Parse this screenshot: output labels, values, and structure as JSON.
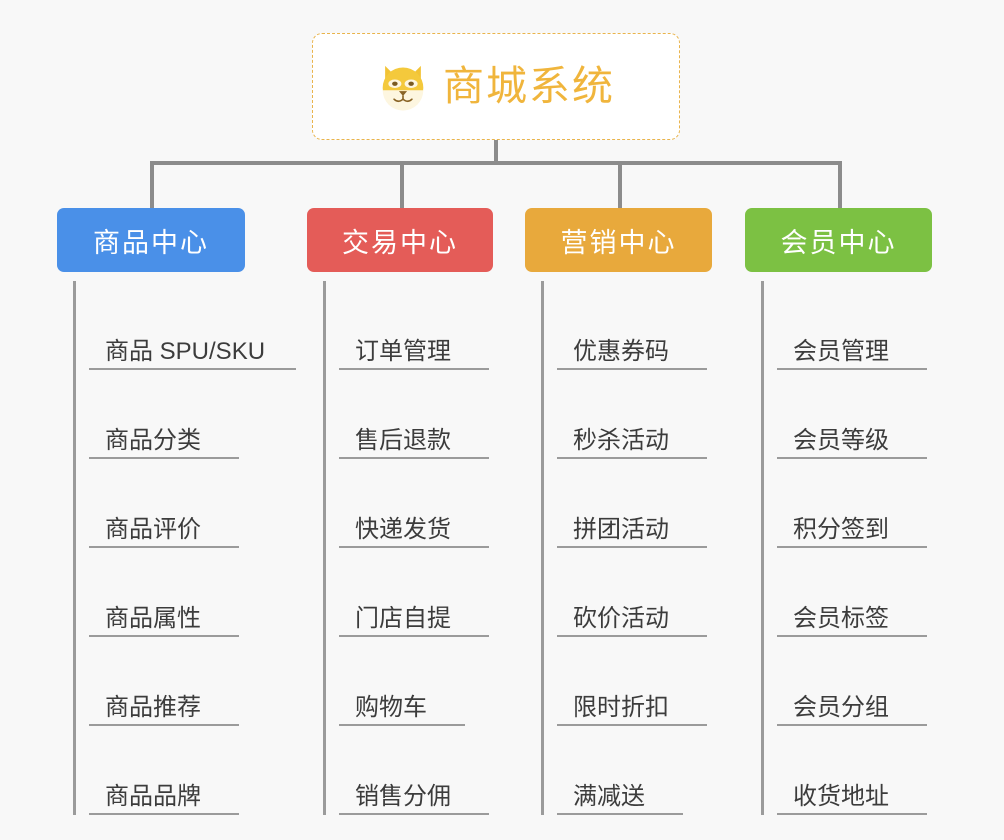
{
  "canvas": {
    "background": "#f8f8f8",
    "line_color": "#8c8c8c",
    "rule_color": "#9b9b9b",
    "text_color": "#3c3c3c"
  },
  "root": {
    "title": "商城系统",
    "icon": "dog-face-icon",
    "accent": "#f0b53c",
    "border_style": "dashed",
    "background": "#ffffff"
  },
  "branches": [
    {
      "label": "商品中心",
      "color": "#4a90e8",
      "items": [
        {
          "label": "商品 SPU/SKU"
        },
        {
          "label": "商品分类"
        },
        {
          "label": "商品评价"
        },
        {
          "label": "商品属性"
        },
        {
          "label": "商品推荐"
        },
        {
          "label": "商品品牌"
        }
      ]
    },
    {
      "label": "交易中心",
      "color": "#e45c58",
      "items": [
        {
          "label": "订单管理"
        },
        {
          "label": "售后退款"
        },
        {
          "label": "快递发货"
        },
        {
          "label": "门店自提"
        },
        {
          "label": "购物车"
        },
        {
          "label": "销售分佣"
        }
      ]
    },
    {
      "label": "营销中心",
      "color": "#e8a93c",
      "items": [
        {
          "label": "优惠券码"
        },
        {
          "label": "秒杀活动"
        },
        {
          "label": "拼团活动"
        },
        {
          "label": "砍价活动"
        },
        {
          "label": "限时折扣"
        },
        {
          "label": "满减送"
        }
      ]
    },
    {
      "label": "会员中心",
      "color": "#7cc143",
      "items": [
        {
          "label": "会员管理"
        },
        {
          "label": "会员等级"
        },
        {
          "label": "积分签到"
        },
        {
          "label": "会员标签"
        },
        {
          "label": "会员分组"
        },
        {
          "label": "收货地址"
        }
      ]
    }
  ]
}
